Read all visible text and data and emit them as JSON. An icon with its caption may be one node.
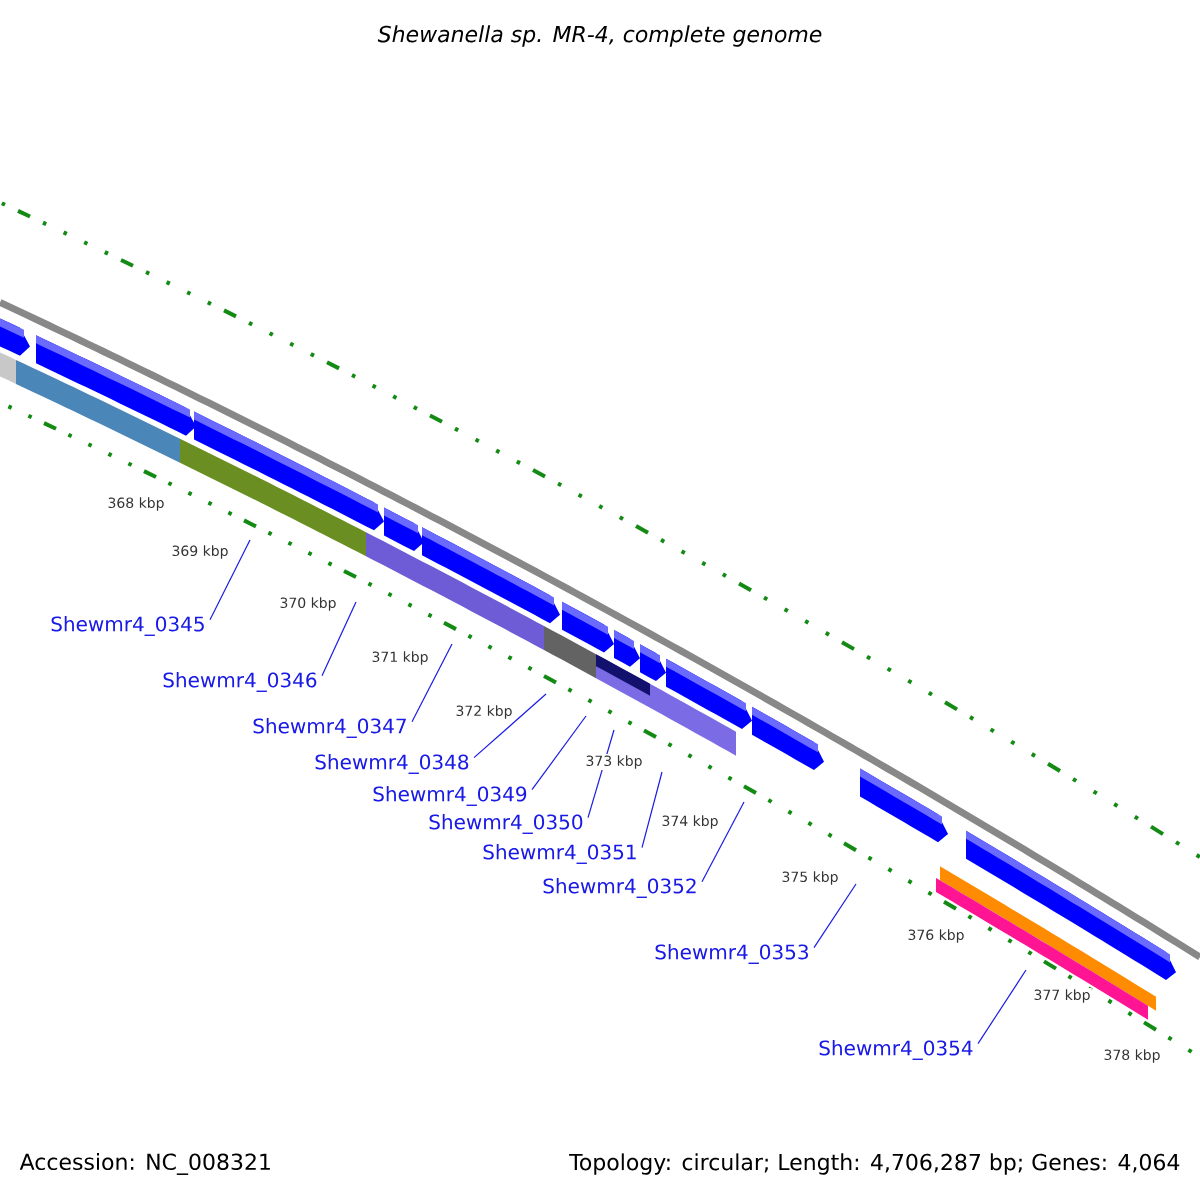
{
  "diagram": {
    "title": "Shewanella sp. MR-4, complete genome",
    "nodes": [
      {
        "text": [
          "Shewmr4_0345"
        ]
      },
      {
        "text": [
          "Shewmr4_0346"
        ]
      },
      {
        "text": [
          "Shewmr4_0347"
        ]
      },
      {
        "text": [
          "Shewmr4_0348"
        ]
      },
      {
        "text": [
          "Shewmr4_0349"
        ]
      },
      {
        "text": [
          "Shewmr4_0350"
        ]
      },
      {
        "text": [
          "Shewmr4_0351"
        ]
      },
      {
        "text": [
          "Shewmr4_0352"
        ]
      },
      {
        "text": [
          "Shewmr4_0353"
        ]
      },
      {
        "text": [
          "Shewmr4_0354"
        ]
      }
    ],
    "edges": [
      {
        "from": 0,
        "to": null,
        "arrow": "none"
      },
      {
        "from": 1,
        "to": null,
        "arrow": "none"
      },
      {
        "from": 2,
        "to": null,
        "arrow": "none"
      },
      {
        "from": 3,
        "to": null,
        "arrow": "none"
      },
      {
        "from": 4,
        "to": null,
        "arrow": "none"
      },
      {
        "from": 5,
        "to": null,
        "arrow": "none"
      },
      {
        "from": 6,
        "to": null,
        "arrow": "none"
      },
      {
        "from": 7,
        "to": null,
        "arrow": "none"
      },
      {
        "from": 8,
        "to": null,
        "arrow": "none"
      },
      {
        "from": 9,
        "to": null,
        "arrow": "none"
      }
    ],
    "labels": [
      "368 kbp",
      "369 kbp",
      "370 kbp",
      "371 kbp",
      "372 kbp",
      "373 kbp",
      "374 kbp",
      "375 kbp",
      "376 kbp",
      "377 kbp",
      "378 kbp",
      "Accession: NC_008321",
      "Topology: circular; Length: 4,706,287 bp; Genes: 4,064"
    ]
  }
}
